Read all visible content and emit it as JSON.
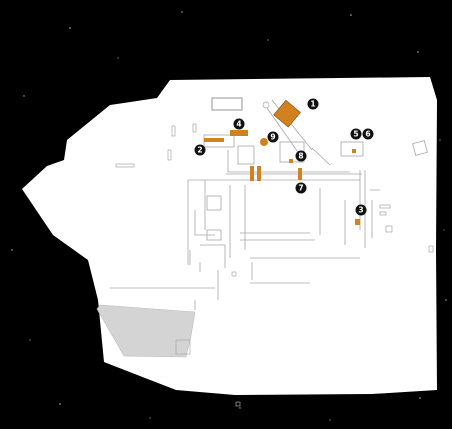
{
  "colors": {
    "background": "#000000",
    "site_fill": "#ffffff",
    "wall_stroke": "#a6a6a6",
    "highlight": "#d2811f",
    "marker": "#111111",
    "grey_block": "#d4d4d4"
  },
  "markers": [
    {
      "id": "1",
      "label": "1"
    },
    {
      "id": "2",
      "label": "2"
    },
    {
      "id": "3",
      "label": "3"
    },
    {
      "id": "4",
      "label": "4"
    },
    {
      "id": "5",
      "label": "5"
    },
    {
      "id": "6",
      "label": "6"
    },
    {
      "id": "7",
      "label": "7"
    },
    {
      "id": "8",
      "label": "8"
    },
    {
      "id": "9",
      "label": "9"
    }
  ]
}
